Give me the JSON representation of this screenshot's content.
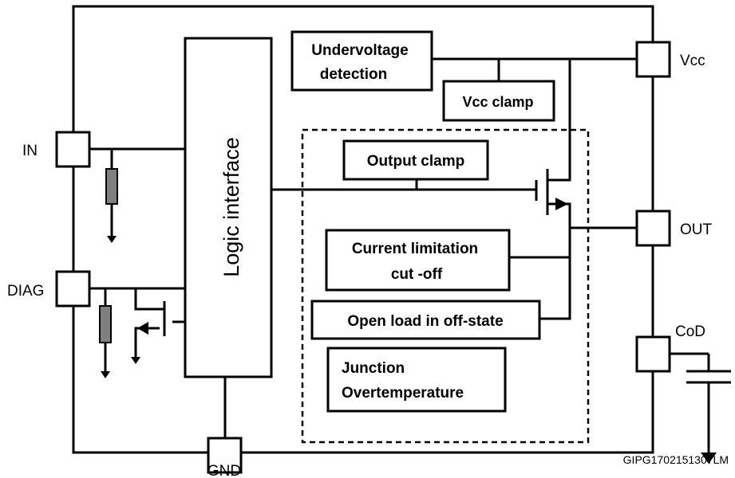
{
  "pins": {
    "in": "IN",
    "diag": "DIAG",
    "gnd": "GND",
    "vcc": "Vcc",
    "out": "OUT",
    "cod": "CoD"
  },
  "blocks": {
    "logic_interface": "Logic interface",
    "undervoltage_line1": "Undervoltage",
    "undervoltage_line2": "detection",
    "vcc_clamp": "Vcc clamp",
    "output_clamp": "Output clamp",
    "current_limitation_line1": "Current limitation",
    "current_limitation_line2": "cut -off",
    "open_load": "Open load in off-state",
    "junction_line1": "Junction",
    "junction_line2": "Overtemperature"
  },
  "figure_code": "GIPG1702151307LM",
  "colors": {
    "resistor_fill": "#7f7f7f",
    "line": "#000000",
    "background": "#ffffff"
  }
}
